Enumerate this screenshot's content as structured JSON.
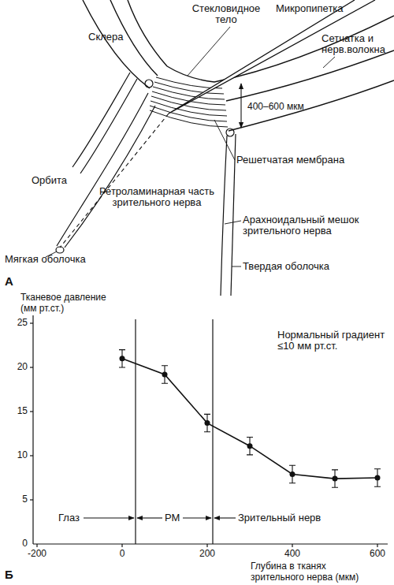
{
  "diagram": {
    "labels": [
      "Стекловидное тело",
      "Микропипетка",
      "Склера",
      "Сетчатка и нерв.волокна",
      "Орбита",
      "400–600 мкм",
      "Решетчатая мембрана",
      "Ретроламинарная часть зрительного нерва",
      "Арахноидальный мешок зрительного нерва",
      "Мягкая оболочка",
      "Твердая оболочка",
      "А",
      "Тканевое давление (мм рт.ст.)",
      "25",
      "20",
      "15",
      "10",
      "5",
      "0",
      "Нормальный градиент ≤10 мм рт.ст.",
      "Глаз",
      "РМ",
      "Зрительный нерв",
      "-200",
      "0",
      "200",
      "400",
      "600",
      "Б",
      "Глубина в тканях зрительного нерва (мкм)"
    ]
  }
}
